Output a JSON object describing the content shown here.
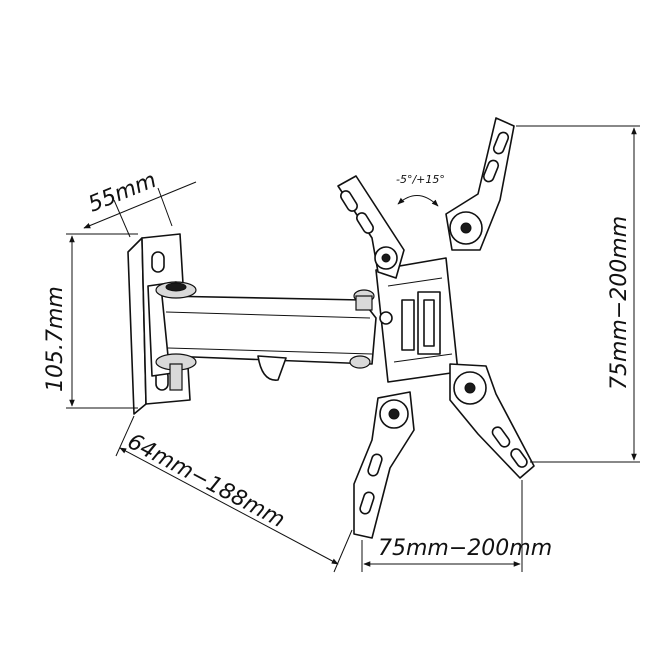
{
  "dimensions": {
    "wall_plate_width": "55mm",
    "wall_plate_height": "105.7mm",
    "arm_extension": "64mm−188mm",
    "vesa_vertical": "75mm−200mm",
    "vesa_horizontal": "75mm−200mm",
    "tilt_range": "-5°/+15°"
  },
  "colors": {
    "line": "#111111",
    "background": "#ffffff"
  }
}
